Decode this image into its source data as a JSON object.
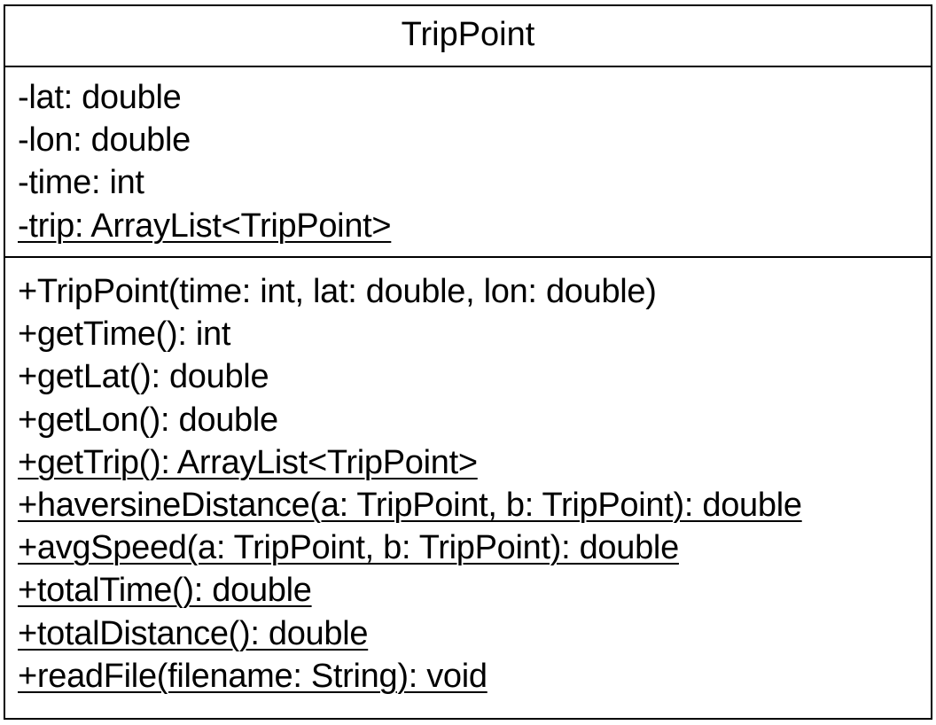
{
  "class": {
    "name": "TripPoint",
    "attributes": [
      {
        "text": "-lat: double",
        "static": false
      },
      {
        "text": "-lon: double",
        "static": false
      },
      {
        "text": "-time: int",
        "static": false
      },
      {
        "text": "-trip: ArrayList<TripPoint>",
        "static": true
      }
    ],
    "operations": [
      {
        "text": "+TripPoint(time: int, lat: double, lon: double)",
        "static": false
      },
      {
        "text": "+getTime(): int",
        "static": false
      },
      {
        "text": "+getLat(): double",
        "static": false
      },
      {
        "text": "+getLon(): double",
        "static": false
      },
      {
        "text": "+getTrip(): ArrayList<TripPoint>",
        "static": true
      },
      {
        "text": "+haversineDistance(a: TripPoint, b: TripPoint): double",
        "static": true
      },
      {
        "text": "+avgSpeed(a: TripPoint, b: TripPoint): double",
        "static": true
      },
      {
        "text": "+totalTime(): double",
        "static": true
      },
      {
        "text": "+totalDistance(): double",
        "static": true
      },
      {
        "text": "+readFile(filename: String): void",
        "static": true
      }
    ]
  }
}
